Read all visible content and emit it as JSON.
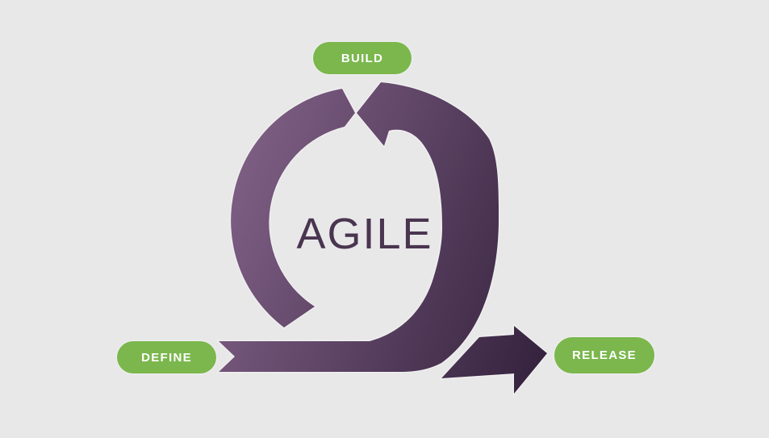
{
  "diagram": {
    "title": "AGILE",
    "type": "cycle-diagram",
    "stages": [
      {
        "label": "BUILD",
        "position": "top"
      },
      {
        "label": "DEFINE",
        "position": "bottom-left"
      },
      {
        "label": "RELEASE",
        "position": "bottom-right"
      }
    ],
    "colors": {
      "background": "#e9e8e9",
      "stage_pill_green": "#7bb74d",
      "stage_label_text": "#ffffff",
      "loop_gradient_light": "#7d5e83",
      "loop_gradient_dark": "#32203b",
      "title_text": "#4a3550"
    }
  }
}
